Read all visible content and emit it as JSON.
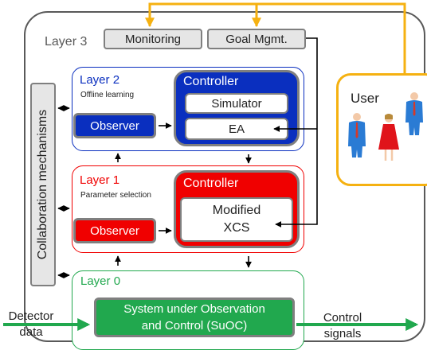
{
  "layer3": {
    "label": "Layer 3",
    "monitoring": "Monitoring",
    "goal_mgmt": "Goal Mgmt."
  },
  "layer2": {
    "label": "Layer 2",
    "subtitle": "Offline learning",
    "controller": "Controller",
    "simulator": "Simulator",
    "ea": "EA",
    "observer": "Observer"
  },
  "layer1": {
    "label": "Layer 1",
    "subtitle": "Parameter selection",
    "controller": "Controller",
    "modified_xcs_line1": "Modified",
    "modified_xcs_line2": "XCS",
    "observer": "Observer"
  },
  "layer0": {
    "label": "Layer 0",
    "suoc_line1": "System under Observation",
    "suoc_line2": "and Control (SuOC)"
  },
  "collaboration": "Collaboration mechanisms",
  "user": "User",
  "detector": {
    "line1": "Detector",
    "line2": "data"
  },
  "control": {
    "line1": "Control",
    "line2": "signals"
  },
  "colors": {
    "layer2_blue": "#0a2fbf",
    "layer1_red": "#f00000",
    "layer0_green": "#21a84e",
    "user_orange": "#f5b111",
    "frame_grey": "#7f7f7f"
  }
}
